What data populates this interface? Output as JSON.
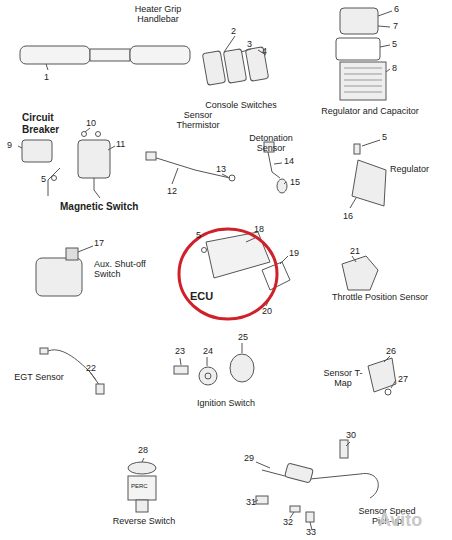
{
  "diagram": {
    "labels": [
      "Heater Grip Handlebar",
      "1",
      "2",
      "3",
      "4",
      "Console Switches",
      "6",
      "7",
      "5",
      "8",
      "Regulator and Capacitor",
      "Circuit Breaker",
      "10",
      "9",
      "11",
      "5",
      "Magnetic Switch",
      "Sensor Thermistor",
      "12",
      "13",
      "Detonation Sensor",
      "14",
      "15",
      "5",
      "Regulator",
      "16",
      "17",
      "Aux. Shut-off Switch",
      "5",
      "18",
      "19",
      "ECU",
      "20",
      "21",
      "Throttle Position Sensor",
      "EGT Sensor",
      "22",
      "23",
      "24",
      "25",
      "Ignition Switch",
      "26",
      "Sensor T-Map",
      "27",
      "28",
      "PERC",
      "Reverse Switch",
      "29",
      "30",
      "31",
      "32",
      "33",
      "Sensor Speed Pick-up",
      "Avito"
    ]
  }
}
